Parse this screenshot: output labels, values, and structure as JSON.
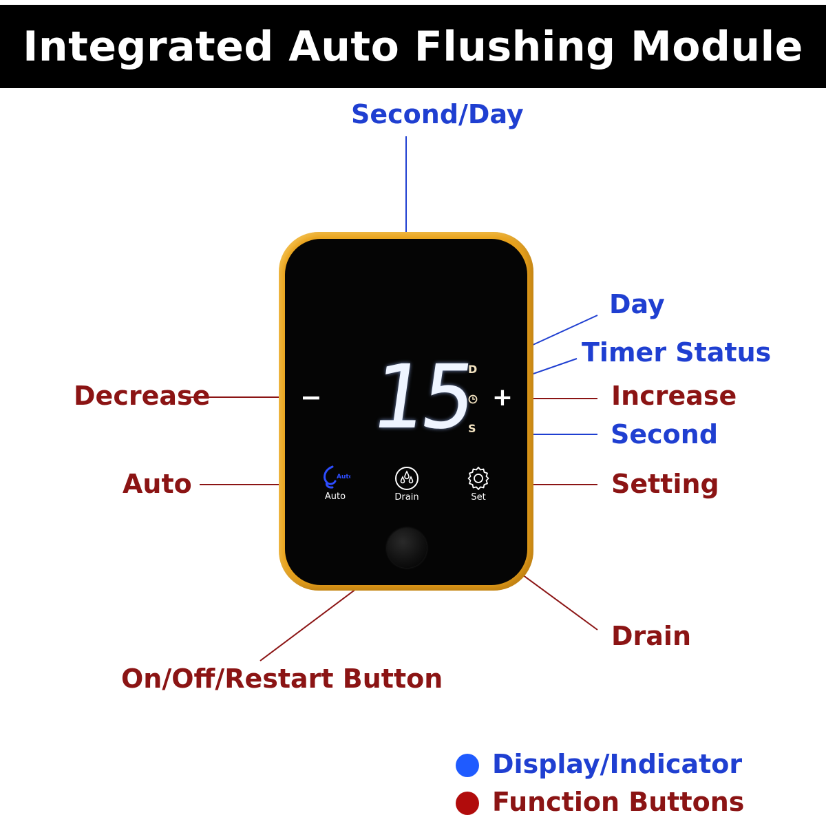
{
  "header": {
    "title": "Integrated Auto Flushing Module"
  },
  "display": {
    "value": "15",
    "unit_day": "D",
    "unit_second": "S",
    "timer_icon": "timer-icon"
  },
  "buttons": {
    "minus": "−",
    "plus": "+",
    "auto_label": "Auto",
    "auto_badge": "Auto",
    "drain_label": "Drain",
    "set_label": "Set"
  },
  "callouts": {
    "second_day": "Second/Day",
    "day": "Day",
    "timer_status": "Timer Status",
    "decrease": "Decrease",
    "increase": "Increase",
    "second": "Second",
    "auto": "Auto",
    "setting": "Setting",
    "drain": "Drain",
    "power": "On/Off/Restart Button"
  },
  "legend": {
    "display_indicator": "Display/Indicator",
    "function_buttons": "Function Buttons"
  },
  "colors": {
    "indicator": "#1f3fd1",
    "function": "#8b1414",
    "frame": "#e8a21c",
    "legend_blue": "#1f5bff",
    "legend_red": "#b10c0c"
  }
}
